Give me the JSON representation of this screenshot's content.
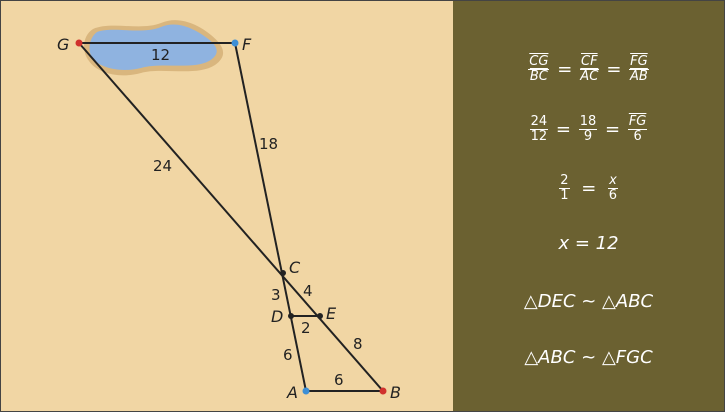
{
  "diagram": {
    "points": {
      "G": "G",
      "F": "F",
      "C": "C",
      "D": "D",
      "E": "E",
      "A": "A",
      "B": "B"
    },
    "lengths": {
      "GF": "12",
      "CF": "18",
      "CG": "24",
      "CD": "3",
      "CE": "4",
      "DE": "2",
      "DA": "6",
      "EB": "8",
      "AB": "6"
    }
  },
  "equations": {
    "eq1": {
      "n1": "CG",
      "d1": "BC",
      "n2": "CF",
      "d2": "AC",
      "n3": "FG",
      "d3": "AB",
      "eq": "="
    },
    "eq2": {
      "n1": "24",
      "d1": "12",
      "n2": "18",
      "d2": "9",
      "n3": "FG",
      "d3": "6",
      "eq": "="
    },
    "eq3": {
      "n1": "2",
      "d1": "1",
      "n2": "x",
      "d2": "6",
      "eq": "="
    },
    "eq4": "x = 12",
    "eq5": "△DEC ~ △ABC",
    "eq6": "△ABC ~ △FGC"
  },
  "colors": {
    "background": "#f1d6a4",
    "panel": "#6b6131",
    "water": "#8fb3e0",
    "lake_shore": "#d9b67e",
    "red_point": "#d0312d",
    "blue_point": "#3d8fd6"
  }
}
